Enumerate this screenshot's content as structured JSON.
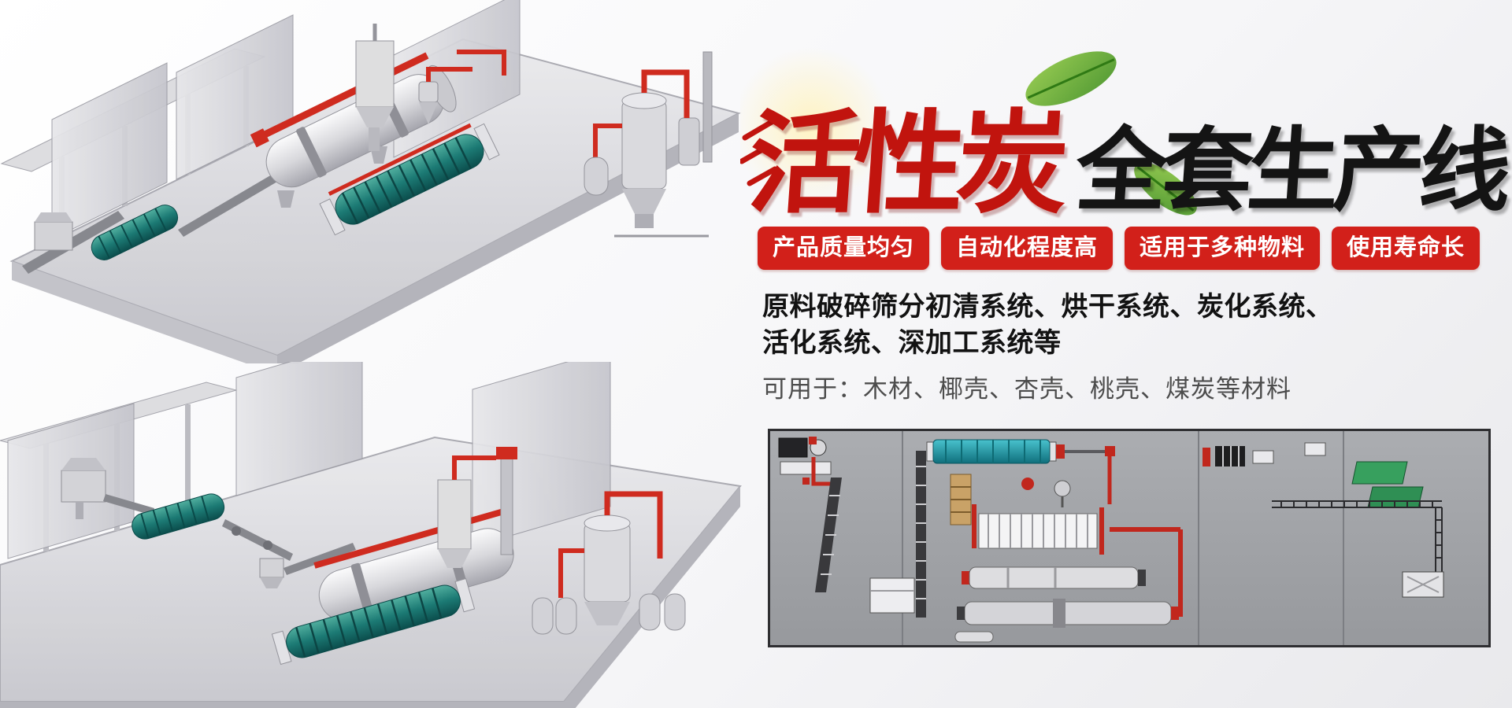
{
  "banner": {
    "title": {
      "red": "活性炭",
      "black": "全套生产线"
    },
    "badges": [
      {
        "label": "产品质量均匀"
      },
      {
        "label": "自动化程度高"
      },
      {
        "label": "适用于多种物料"
      },
      {
        "label": "使用寿命长"
      }
    ],
    "description": {
      "line1": "原料破碎筛分初清系统、烘干系统、炭化系统、",
      "line2": "活化系统、深加工系统等",
      "line3": "可用于：木材、椰壳、杏壳、桃壳、煤炭等材料"
    },
    "colors": {
      "badge_red": "#d2201a",
      "title_red": "#c1140e",
      "title_black": "#141414",
      "pipe_red": "#cf2b1f",
      "machine_teal": "#1c7a74",
      "schematic_bg": "#a4a6aa"
    },
    "illustrations": {
      "top_scene": "production-line-3d-render-1",
      "bottom_scene": "production-line-3d-render-2",
      "layout_scene": "production-line-top-view-layout"
    }
  }
}
